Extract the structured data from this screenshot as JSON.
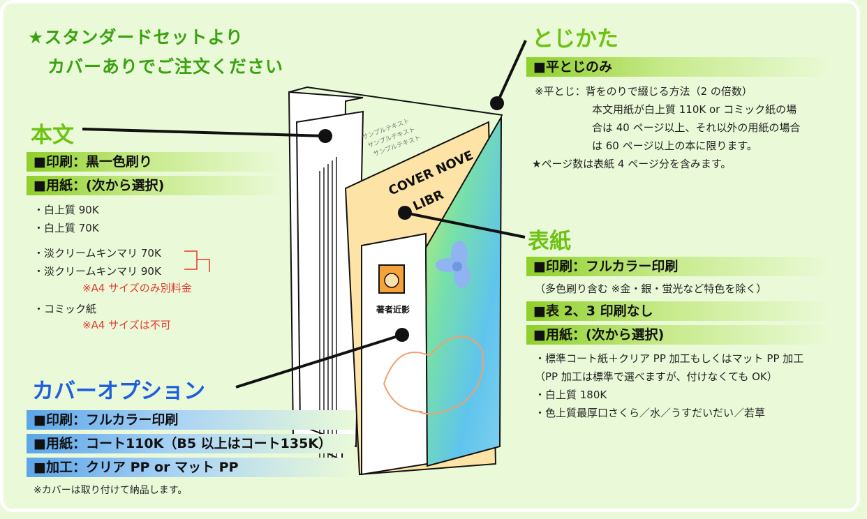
{
  "headline": {
    "line1": "★スタンダードセットより",
    "line2": "カバーありでご注文ください"
  },
  "body_section": {
    "title": "本文",
    "bars": [
      "■印刷：黒一色刷り",
      "■用紙：(次から選択)"
    ],
    "papers": [
      "・白上質 90K",
      "・白上質 70K",
      "・淡クリームキンマリ 70K",
      "・淡クリームキンマリ 90K",
      "・コミック紙"
    ],
    "note_a4_extra": "※A4 サイズのみ別料金",
    "note_a4_not": "※A4 サイズは不可"
  },
  "binding_section": {
    "title": "とじかた",
    "bar": "■平とじのみ",
    "note_lines": [
      "※平とじ：背をのりで綴じる方法（2 の倍数）",
      "本文用紙が白上質 110K or コミック紙の場",
      "合は 40 ページ以上、それ以外の用紙の場合",
      "は 60 ページ以上の本に限ります。"
    ],
    "star_note": "★ページ数は表紙 4 ページ分を含みます。"
  },
  "cover_section": {
    "title": "表紙",
    "bar_print": "■印刷：フルカラー印刷",
    "print_note": "（多色刷り含む ※金・銀・蛍光など特色を除く）",
    "bar_no_print": "■表 2、3 印刷なし",
    "bar_paper": "■用紙：(次から選択)",
    "papers": [
      "・標準コート紙＋クリア PP 加工もしくはマット PP 加工",
      "（PP 加工は標準で選べますが、付けなくても OK）",
      "・白上質 180K",
      "・色上質最厚口さくら／水／うすだいだい／若草"
    ]
  },
  "jacket_section": {
    "title": "カバーオプション",
    "bars": [
      "■印刷：フルカラー印刷",
      "■用紙：コート110K（B5 以上はコート135K）",
      "■加工：クリア PP or マット PP"
    ],
    "note": "※カバーは取り付けて納品します。"
  },
  "book_art": {
    "cover_text_line1": "COVER NOVE",
    "cover_text_line2": "LIBR",
    "obi_text": "著者近影"
  }
}
